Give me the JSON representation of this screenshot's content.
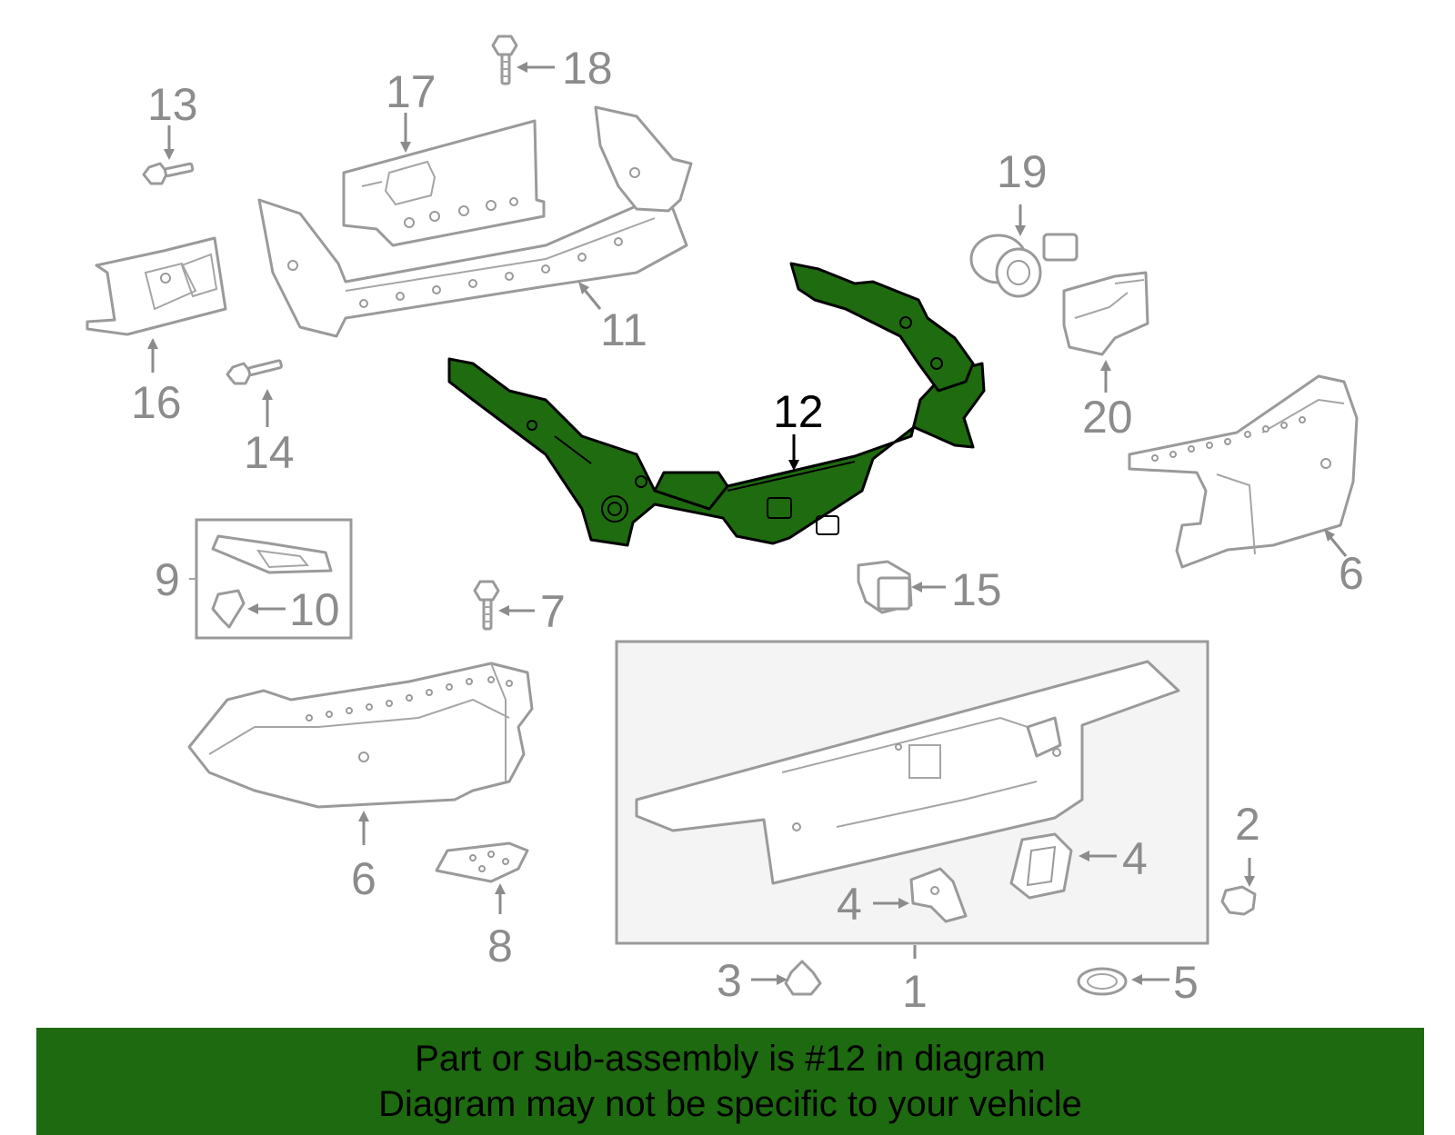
{
  "callouts": {
    "c1": "1",
    "c2": "2",
    "c3": "3",
    "c4a": "4",
    "c4b": "4",
    "c5": "5",
    "c6a": "6",
    "c6b": "6",
    "c7": "7",
    "c8": "8",
    "c9": "9",
    "c10": "10",
    "c11": "11",
    "c12": "12",
    "c13": "13",
    "c14": "14",
    "c15": "15",
    "c16": "16",
    "c17": "17",
    "c18": "18",
    "c19": "19",
    "c20": "20"
  },
  "highlight": {
    "part_number": "12",
    "color": "#1e6a10"
  },
  "banner": {
    "line1": "Part or sub-assembly is #12 in diagram",
    "line2": "Diagram may not be specific to your vehicle",
    "background": "#1e6a10"
  }
}
